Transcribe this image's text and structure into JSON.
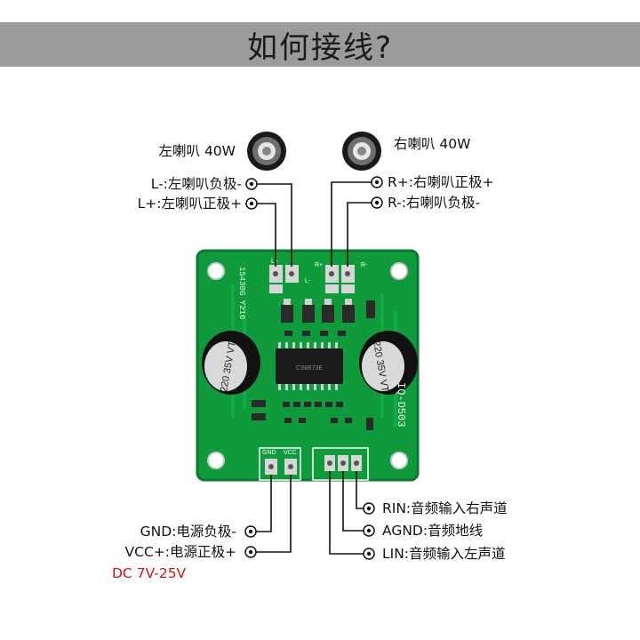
{
  "title": "如何接线?",
  "speakers": {
    "left": "左喇叭 40W",
    "right": "右喇叭 40W"
  },
  "terminals": {
    "l_minus": "L-:左喇叭负极-",
    "l_plus": "L+:左喇叭正极+",
    "r_plus": "R+:右喇叭正极+",
    "r_minus": "R-:右喇叭负极-",
    "gnd": "GND:电源负极-",
    "vcc": "VCC+:电源正极+",
    "voltage": "DC 7V-25V",
    "rin": "RIN:音频输入右声道",
    "agnd": "AGND:音频地线",
    "lin": "LIN:音频输入左声道"
  },
  "board": {
    "silk_model": "15430G Y216",
    "silk_id": "IQ-D503",
    "chip_marking": "CS8673E",
    "cap_marking": "220 35V VT",
    "pad_l_plus": "L+",
    "pad_l_minus": "L-",
    "pad_r_plus": "R+",
    "pad_r_minus": "R-",
    "pad_gnd": "GND",
    "pad_vcc": "VCC"
  },
  "colors": {
    "pcb": "#0f9b3c",
    "pcb_dark": "#0b7a2f",
    "banner": "#9b9b9b",
    "voltage_text": "#d90f0f"
  }
}
